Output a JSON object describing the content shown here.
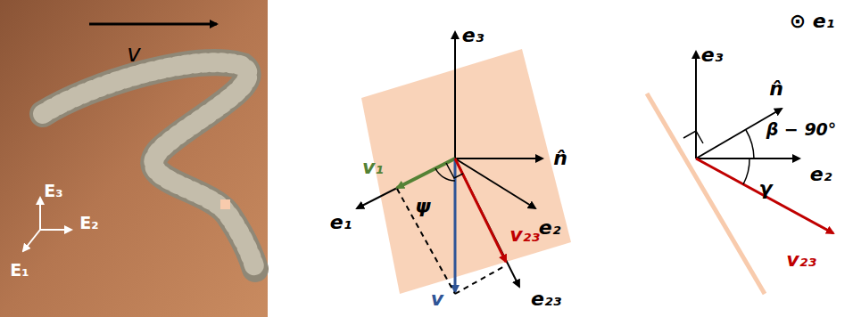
{
  "diagram": {
    "labels": [
      "v",
      "E₃",
      "E₂",
      "E₁",
      "e₃",
      "n̂",
      "v₁",
      "e₁",
      "ψ",
      "v₂₃",
      "e₂",
      "v",
      "e₂₃",
      "⊙ e₁",
      "e₃",
      "n̂",
      "β − 90°",
      "e₂",
      "γ",
      "v₂₃"
    ]
  }
}
